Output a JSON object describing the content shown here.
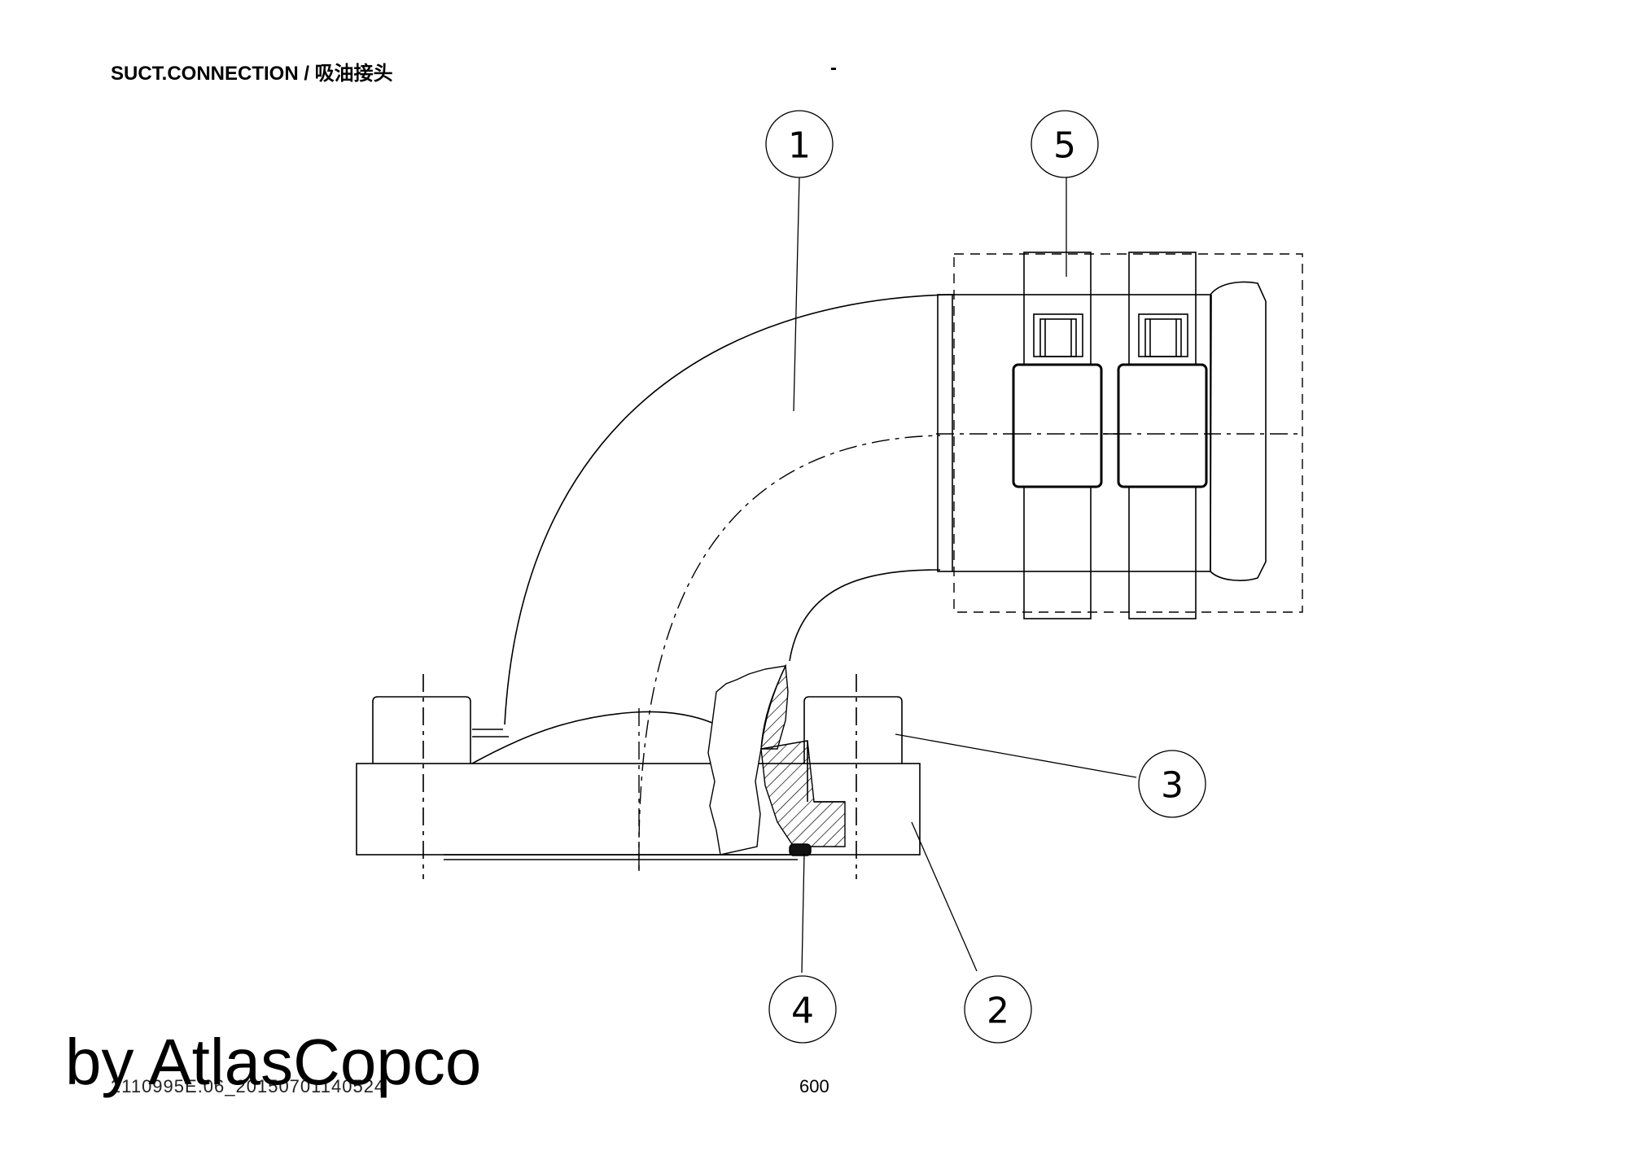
{
  "header": {
    "title": "SUCT.CONNECTION / 吸油接头",
    "dash": "-"
  },
  "footer": {
    "watermark": "by AtlasCopco",
    "doc_number": "2110995E.06_20150701140524",
    "page_number": "600"
  },
  "balloons": [
    "1",
    "2",
    "3",
    "4",
    "5"
  ]
}
